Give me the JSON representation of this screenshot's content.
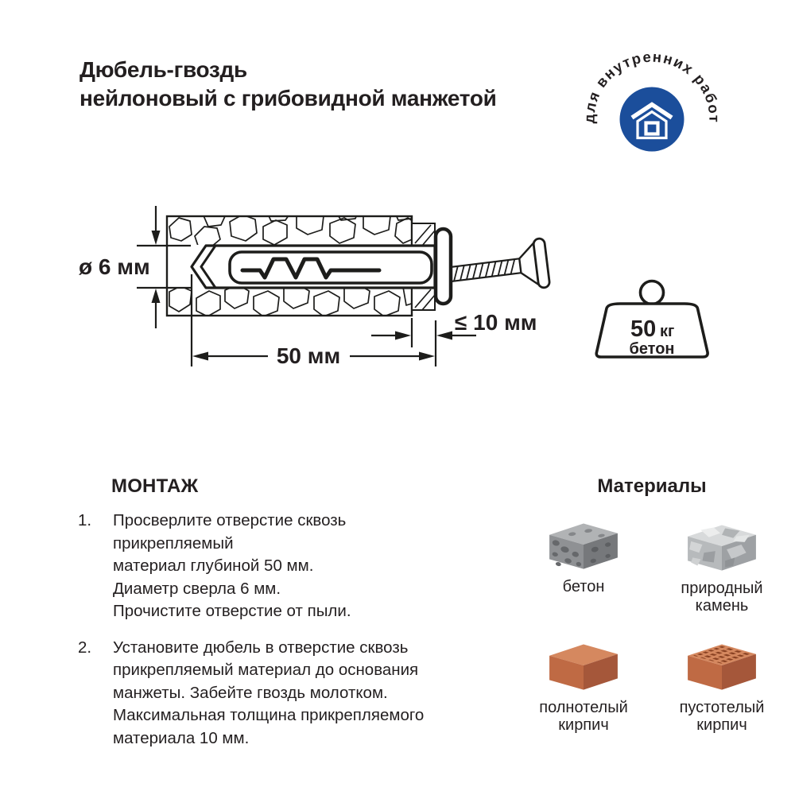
{
  "title": {
    "line1": "Дюбель-гвоздь",
    "line2": "нейлоновый с грибовидной манжетой"
  },
  "badge": {
    "arc_text": "для внутренних работ",
    "icon": "house-icon",
    "circle_color": "#1b4e9b"
  },
  "diagram": {
    "dim_diameter": "ø 6 мм",
    "dim_length": "50 мм",
    "dim_thickness": "≤ 10 мм"
  },
  "load": {
    "value": "50",
    "unit": "кг",
    "material": "бетон",
    "icon": "weight-icon"
  },
  "montage": {
    "heading": "МОНТАЖ",
    "steps": [
      {
        "num": "1.",
        "text": "Просверлите отверстие сквозь прикрепляемый\nматериал глубиной 50 мм.\nДиаметр сверла 6 мм.\nПрочистите отверстие от пыли."
      },
      {
        "num": "2.",
        "text": "Установите дюбель в отверстие сквозь\nприкрепляемый материал до основания\nманжеты. Забейте гвоздь молотком.\nМаксимальная толщина прикрепляемого\nматериала 10 мм."
      }
    ]
  },
  "materials": {
    "heading": "Материалы",
    "items": [
      {
        "label": "бетон",
        "icon": "concrete-block-icon"
      },
      {
        "label": "природный\nкамень",
        "icon": "natural-stone-icon"
      },
      {
        "label": "полнотелый\nкирпич",
        "icon": "solid-brick-icon"
      },
      {
        "label": "пустотелый\nкирпич",
        "icon": "hollow-brick-icon"
      }
    ]
  },
  "colors": {
    "accent_blue": "#1b4e9b",
    "line_black": "#1d1d1b",
    "brick_orange": "#bf6a44",
    "concrete_gray": "#8f9194"
  }
}
